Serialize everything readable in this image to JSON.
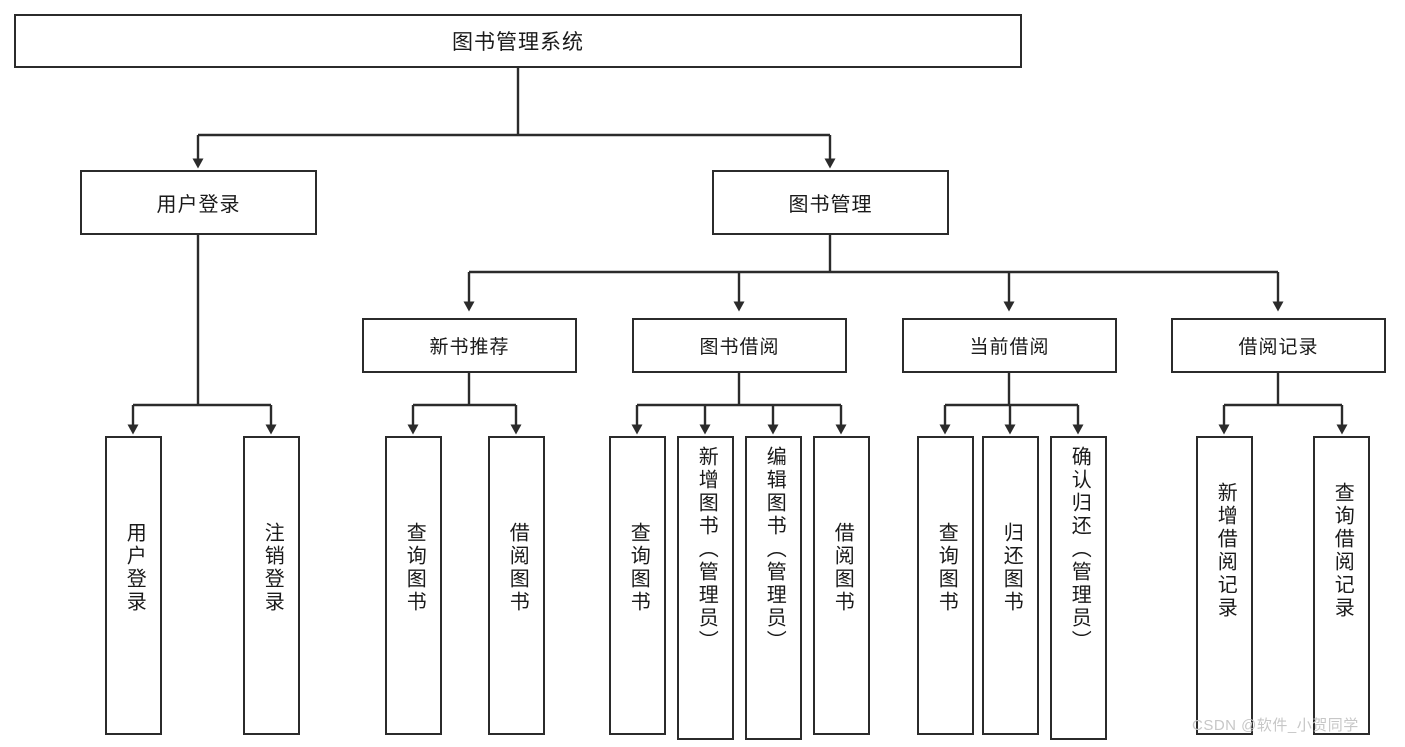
{
  "diagram": {
    "type": "tree",
    "title": "图书管理系统",
    "root": {
      "label": "图书管理系统"
    },
    "level1": [
      {
        "label": "用户登录"
      },
      {
        "label": "图书管理"
      }
    ],
    "level2": [
      {
        "label": "新书推荐"
      },
      {
        "label": "图书借阅"
      },
      {
        "label": "当前借阅"
      },
      {
        "label": "借阅记录"
      }
    ],
    "leaves": {
      "user_login": [
        {
          "label": "用户登录"
        },
        {
          "label": "注销登录"
        }
      ],
      "new_book_recommend": [
        {
          "label": "查询图书"
        },
        {
          "label": "借阅图书"
        }
      ],
      "book_borrow": [
        {
          "label": "查询图书"
        },
        {
          "label": "新增图书（管理员）"
        },
        {
          "label": "编辑图书（管理员）"
        },
        {
          "label": "借阅图书"
        }
      ],
      "current_borrow": [
        {
          "label": "查询图书"
        },
        {
          "label": "归还图书"
        },
        {
          "label": "确认归还（管理员）"
        }
      ],
      "borrow_record": [
        {
          "label": "新增借阅记录"
        },
        {
          "label": "查询借阅记录"
        }
      ]
    }
  },
  "watermark": {
    "text": "CSDN @软件_小贺同学"
  },
  "colors": {
    "border": "#2b2b2b",
    "text": "#1a1a1a",
    "background": "#ffffff",
    "watermark": "#c7c7c7"
  }
}
